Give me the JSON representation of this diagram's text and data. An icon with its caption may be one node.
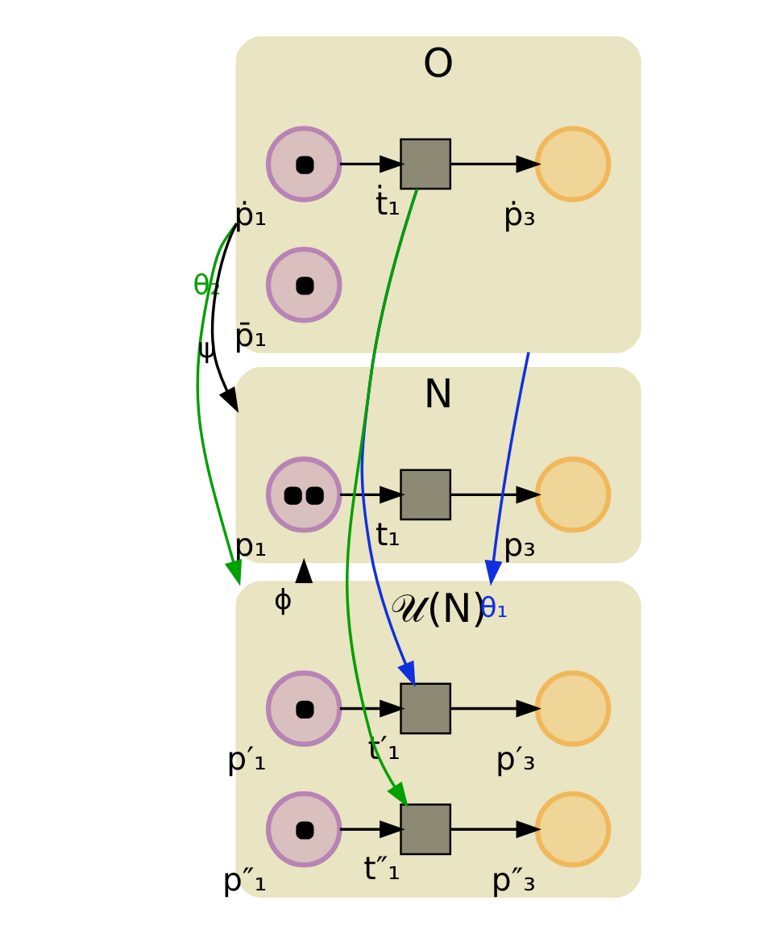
{
  "diagram": {
    "nodes": [
      {
        "text": [
          "𝒰(N)"
        ]
      },
      {
        "text": [
          "p′₁"
        ],
        "in": 0
      },
      {
        "text": [
          "t′₁"
        ],
        "in": 0
      },
      {
        "text": [
          "p′₃"
        ],
        "in": 0
      },
      {
        "text": [
          "p″₁"
        ],
        "in": 0
      },
      {
        "text": [
          "t″₁"
        ],
        "in": 0
      },
      {
        "text": [
          "p″₃"
        ],
        "in": 0
      },
      {
        "text": [
          "N"
        ]
      },
      {
        "text": [
          "p₁"
        ],
        "in": 7
      },
      {
        "text": [
          "t₁"
        ],
        "in": 7
      },
      {
        "text": [
          "p₃"
        ],
        "in": 7
      },
      {
        "text": [
          "O"
        ]
      },
      {
        "text": [
          "ṗ₁"
        ],
        "in": 11
      },
      {
        "text": [
          "ṫ₁"
        ],
        "in": 11
      },
      {
        "text": [
          "ṗ₃"
        ],
        "in": 11
      },
      {
        "text": [
          "p̄₁"
        ],
        "in": 11
      }
    ],
    "edges": [
      {
        "from": 1,
        "to": 2,
        "arrow": "to"
      },
      {
        "from": 2,
        "to": 3,
        "arrow": "to"
      },
      {
        "from": 4,
        "to": 5,
        "arrow": "to"
      },
      {
        "from": 5,
        "to": 6,
        "arrow": "to"
      },
      {
        "from": 8,
        "to": 9,
        "arrow": "to"
      },
      {
        "from": 9,
        "to": 10,
        "arrow": "to"
      },
      {
        "from": 12,
        "to": 13,
        "arrow": "to"
      },
      {
        "from": 13,
        "to": 14,
        "arrow": "to"
      },
      {
        "from": 0,
        "to": 7,
        "arrow": "to",
        "label": "ϕ"
      },
      {
        "from": 11,
        "to": 7,
        "arrow": "to",
        "label": "ψ"
      },
      {
        "from": 11,
        "to": 0,
        "arrow": "to",
        "label": "θ₂",
        "color": "#00a000"
      },
      {
        "from": 11,
        "to": 0,
        "arrow": "to",
        "label": "θ₁",
        "color": "#1030e0"
      },
      {
        "from": 13,
        "to": 5,
        "arrow": "to",
        "color": "#00a000"
      },
      {
        "from": 13,
        "to": 2,
        "arrow": "to",
        "color": "#1030e0"
      }
    ]
  }
}
